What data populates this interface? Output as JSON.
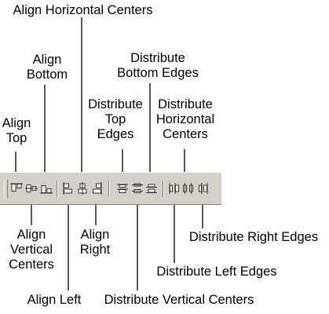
{
  "labels": {
    "align_top": [
      "Align",
      "Top"
    ],
    "align_bottom": [
      "Align",
      "Bottom"
    ],
    "align_horizontal_centers": "Align Horizontal Centers",
    "distribute_top_edges": [
      "Distribute",
      "Top",
      "Edges"
    ],
    "distribute_bottom_edges": [
      "Distribute",
      "Bottom Edges"
    ],
    "distribute_horizontal_centers": [
      "Distribute",
      "Horizontal",
      "Centers"
    ],
    "align_vertical_centers": [
      "Align",
      "Vertical",
      "Centers"
    ],
    "align_right": [
      "Align",
      "Right"
    ],
    "align_left": "Align Left",
    "distribute_vertical_centers": "Distribute Vertical Centers",
    "distribute_left_edges": "Distribute Left Edges",
    "distribute_right_edges": "Distribute Right Edges"
  },
  "toolbar": {
    "buttons": [
      {
        "name": "align-top-button",
        "icon": "align-top-icon"
      },
      {
        "name": "align-vertical-centers-button",
        "icon": "align-vertical-centers-icon"
      },
      {
        "name": "align-bottom-button",
        "icon": "align-bottom-icon"
      },
      {
        "name": "align-left-button",
        "icon": "align-left-icon"
      },
      {
        "name": "align-horizontal-centers-button",
        "icon": "align-horizontal-centers-icon"
      },
      {
        "name": "align-right-button",
        "icon": "align-right-icon"
      },
      {
        "name": "distribute-top-edges-button",
        "icon": "distribute-top-edges-icon"
      },
      {
        "name": "distribute-vertical-centers-button",
        "icon": "distribute-vertical-centers-icon"
      },
      {
        "name": "distribute-bottom-edges-button",
        "icon": "distribute-bottom-edges-icon"
      },
      {
        "name": "distribute-left-edges-button",
        "icon": "distribute-left-edges-icon"
      },
      {
        "name": "distribute-horizontal-centers-button",
        "icon": "distribute-horizontal-centers-icon"
      },
      {
        "name": "distribute-right-edges-button",
        "icon": "distribute-right-edges-icon"
      }
    ]
  },
  "colors": {
    "toolbar_bg": "#d4d0c8",
    "icon_dark": "#404040",
    "icon_light": "#ffffff"
  }
}
